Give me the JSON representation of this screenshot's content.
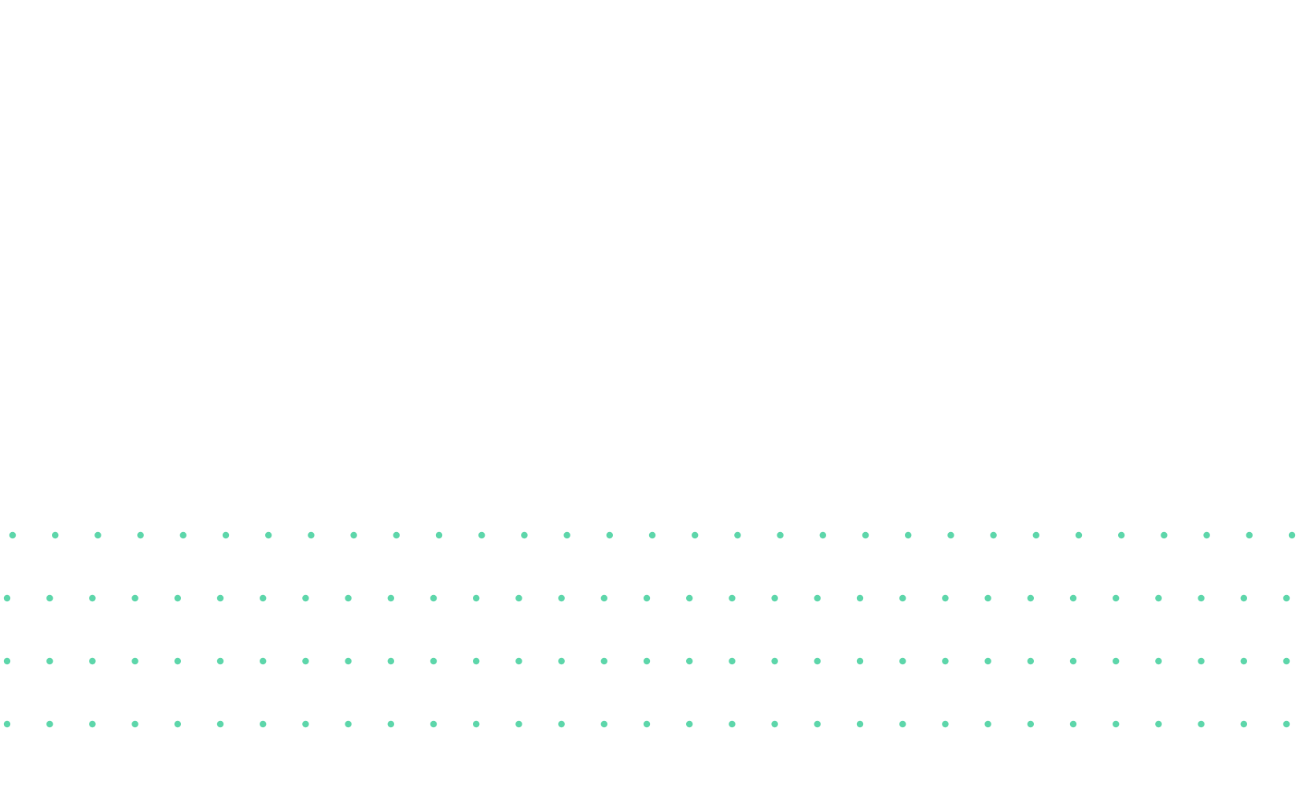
{
  "page": {
    "background_color": "#ffffff"
  },
  "dot_pattern": {
    "dot_color": "#5dd6aa",
    "rows": [
      {
        "count": 31
      },
      {
        "count": 31
      },
      {
        "count": 31
      },
      {
        "count": 31
      }
    ]
  }
}
